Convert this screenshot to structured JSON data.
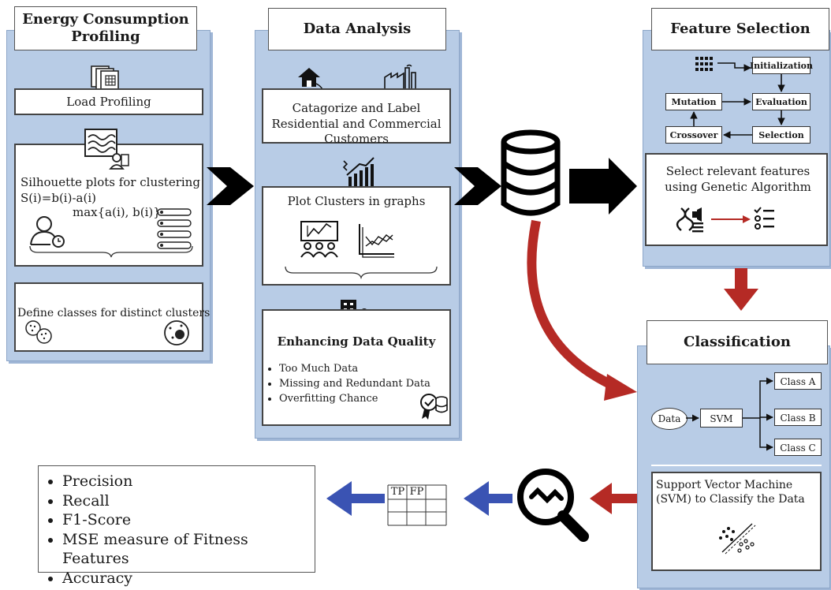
{
  "energy_profiling": {
    "title": "Energy Consumption Profiling",
    "load_profiling": "Load Profiling",
    "silhouette_title": "Silhouette plots for clustering",
    "formula_numerator": "S(i)=b(i)-a(i)",
    "formula_denominator": "max{a(i), b(i)}",
    "define_classes": "Define classes for distinct clusters"
  },
  "data_analysis": {
    "title": "Data Analysis",
    "categorize": "Catagorize and Label Residential and Commercial Customers",
    "plot_clusters": "Plot Clusters in graphs",
    "enhancing_title": "Enhancing Data Quality",
    "enhancing_items": [
      "Too Much Data",
      "Missing and Redundant Data",
      "Overfitting Chance"
    ]
  },
  "feature_selection": {
    "title": "Feature Selection",
    "ga_nodes": {
      "initialization": "Initialization",
      "evaluation": "Evaluation",
      "selection": "Selection",
      "crossover": "Crossover",
      "mutation": "Mutation"
    },
    "select_text": "Select relevant features using Genetic Algorithm"
  },
  "classification": {
    "title": "Classification",
    "data_label": "Data",
    "svm_label": "SVM",
    "classes": [
      "Class A",
      "Class B",
      "Class C"
    ],
    "svm_description": "Support Vector Machine (SVM) to Classify the Data"
  },
  "confusion_matrix": {
    "tp": "TP",
    "fp": "FP"
  },
  "metrics": [
    "Precision",
    "Recall",
    "F1-Score",
    "MSE measure of Fitness Features",
    "Accuracy"
  ],
  "colors": {
    "panel": "#b8cce6",
    "arrow_red": "#b52a25",
    "arrow_blue": "#3a53b3",
    "arrow_black": "#000000"
  },
  "icons": [
    "documents-icon",
    "wavy-chart-monitor-icon",
    "user-clock-icon",
    "list-icon",
    "cluster-dots-icon",
    "house-icon",
    "factory-icon",
    "growth-chart-icon",
    "presentation-icon",
    "line-graph-icon",
    "building-user-icon",
    "database-badge-icon",
    "database-icon",
    "dna-icon",
    "checklist-icon",
    "search-icon",
    "scatter-icon"
  ]
}
